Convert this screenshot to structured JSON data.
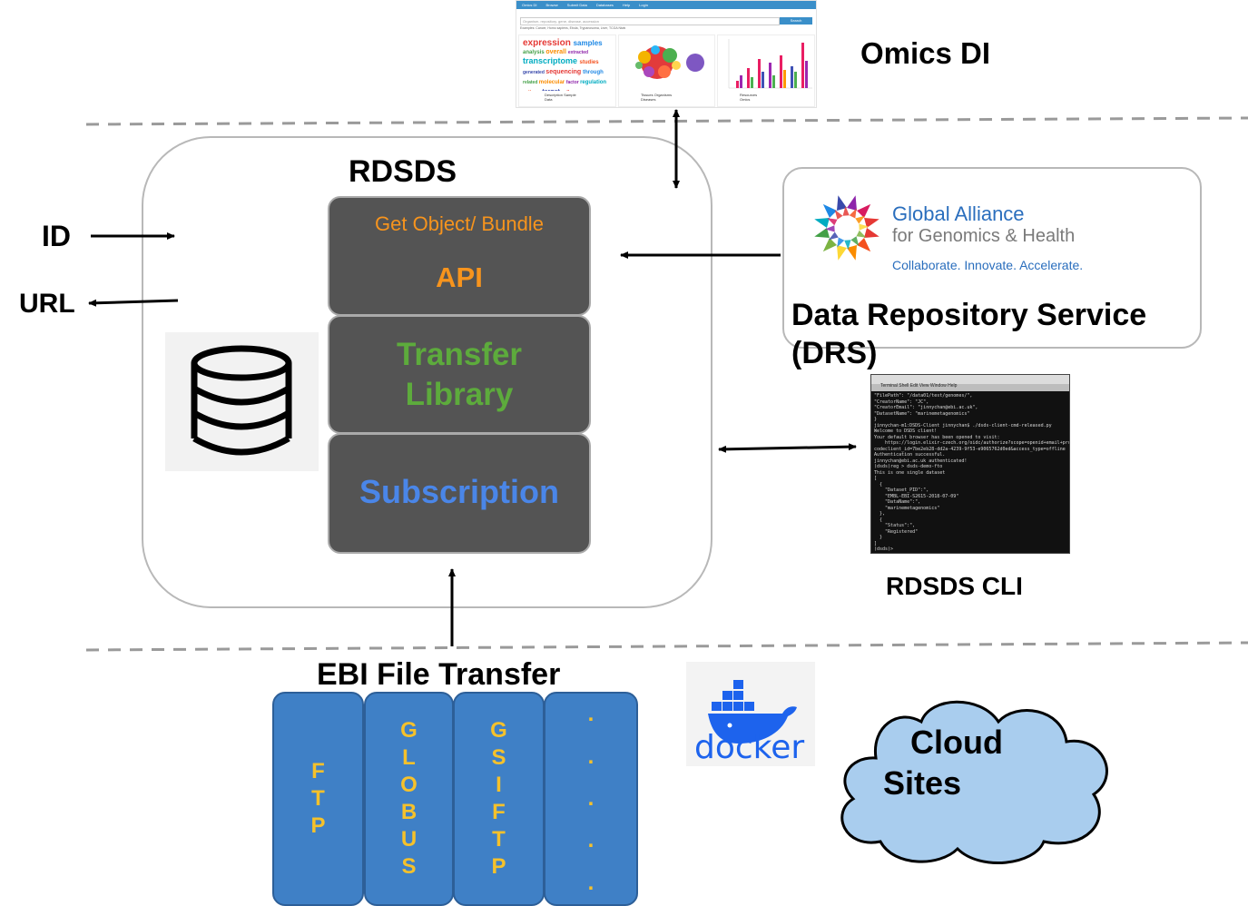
{
  "omics": {
    "label": "Omics DI",
    "screenshot": {
      "nav_items": [
        "Omics DI",
        "Browse",
        "Submit Data",
        "Databases",
        "Help",
        "Login"
      ],
      "search_placeholder": "Organism, repository, gene, disease, accession",
      "examples": "Examples: Cancer, Homo sapiens, Ebola, Trypanosoma, Liver, TCGA Ntwk",
      "search_button": "Search",
      "panels": [
        {
          "tags": [
            "Description",
            "Sample",
            "Data"
          ]
        },
        {
          "tags": [
            "Tissues",
            "Organisms",
            "Diseases"
          ]
        },
        {
          "tags": [
            "Resources",
            "Omics"
          ]
        }
      ],
      "word_cloud": [
        "expression",
        "samples",
        "analysis",
        "overall",
        "extracted",
        "transcriptome",
        "studies",
        "generated",
        "sequencing",
        "through",
        "related",
        "molecular",
        "factor",
        "regulation",
        "pathway",
        "target",
        "cells"
      ]
    }
  },
  "rdsds": {
    "title": "RDSDS",
    "layers": {
      "api": {
        "subtitle": "Get Object/ Bundle",
        "title": "API"
      },
      "transfer": {
        "line1": "Transfer",
        "line2": "Library"
      },
      "subscription": {
        "title": "Subscription"
      }
    },
    "database_icon": "database-icon"
  },
  "inputs": {
    "id_label": "ID",
    "url_label": "URL"
  },
  "ga4gh": {
    "line1": "Global Alliance",
    "line2": "for Genomics & Health",
    "tagline": "Collaborate. Innovate. Accelerate.",
    "service_label": "Data Repository Service",
    "service_abbr": "(DRS)"
  },
  "cli": {
    "label": "RDSDS CLI",
    "menubar": "Terminal  Shell  Edit  View  Window  Help",
    "lines": [
      "\"FilePath\": \"/data01/test/genomes/\",",
      "\"CreatorName\": \"JC\",",
      "\"CreatorEmail\": \"jinnychan@ebi.ac.uk\",",
      "\"DatasetName\": \"marinemetagenomics\"",
      "}",
      "jinnychan-m1:DSDS-Client jinnychan$ ./dsds-client-cmd-released.py",
      "",
      "Welcome to DSDS client!",
      "Your default browser has been opened to visit:",
      "",
      "    https://login.elixir-czech.org/oidc/authorize?scope=openid+email+profile&redirect_uri",
      "codeclient_id=7be2eb28-dd2a-4239-9f53-e9065762d0ed&access_type=offline",
      "",
      "Authentication successful.",
      "jinnychan@ebi.ac.uk authenticated!",
      "(dsds)reg > dsds-demo-fto",
      "This is one single dataset",
      "[",
      "  {",
      "    \"Dataset_PID\":\",",
      "    \"EMBL-EBI-S2615-2018-07-09\"",
      "",
      "    \"DataName\":\",",
      "    \"marinemetagenomics\"",
      "  },",
      "  {",
      "    \"Status\":\",",
      "    \"Registered\"",
      "  }",
      "]",
      "(dsds)>"
    ]
  },
  "transfer": {
    "title": "EBI File Transfer",
    "columns": [
      {
        "letters": [
          "F",
          "T",
          "P"
        ]
      },
      {
        "letters": [
          "G",
          "L",
          "O",
          "B",
          "U",
          "S"
        ]
      },
      {
        "letters": [
          "G",
          "S",
          "I",
          "F",
          "T",
          "P"
        ]
      },
      {
        "letters": [
          ".",
          ".",
          ".",
          ".",
          "."
        ]
      }
    ]
  },
  "docker": {
    "label": "docker"
  },
  "cloud": {
    "line1": "Cloud",
    "line2": "Sites"
  },
  "colors": {
    "api_orange": "#f7941d",
    "transfer_green": "#5dab3c",
    "subscription_blue": "#4a86e8",
    "layer_gray": "#545454",
    "column_blue": "#3f80c6",
    "column_text": "#f5c12b",
    "cloud_fill": "#a9cdee",
    "ga4gh_blue": "#2a6ebd",
    "docker_blue": "#1d63ed"
  }
}
